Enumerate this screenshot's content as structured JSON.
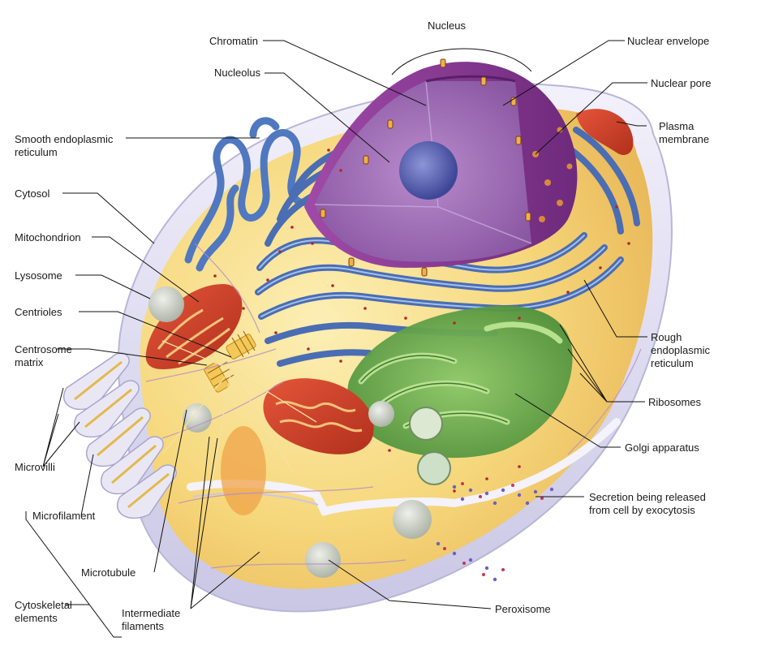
{
  "diagram": {
    "labels": {
      "nucleus": "Nucleus",
      "chromatin": "Chromatin",
      "nuclear_envelope": "Nuclear envelope",
      "nucleolus": "Nucleolus",
      "nuclear_pore": "Nuclear pore",
      "smooth_er_1": "Smooth endoplasmic",
      "smooth_er_2": "reticulum",
      "plasma_membrane_1": "Plasma",
      "plasma_membrane_2": "membrane",
      "cytosol": "Cytosol",
      "mitochondrion": "Mitochondrion",
      "lysosome": "Lysosome",
      "centrioles": "Centrioles",
      "centrosome_1": "Centrosome",
      "centrosome_2": "matrix",
      "rough_er_1": "Rough",
      "rough_er_2": "endoplasmic",
      "rough_er_3": "reticulum",
      "ribosomes": "Ribosomes",
      "golgi": "Golgi apparatus",
      "microvilli": "Microvilli",
      "secretion_1": "Secretion being released",
      "secretion_2": "from cell by exocytosis",
      "microfilament": "Microfilament",
      "microtubule": "Microtubule",
      "cytoskeletal_1": "Cytoskeletal",
      "cytoskeletal_2": "elements",
      "intermediate_1": "Intermediate",
      "intermediate_2": "filaments",
      "peroxisome": "Peroxisome"
    },
    "colors": {
      "cytoplasm": "#f7d77a",
      "membrane": "#e8e6f4",
      "nucleus": "#9a63b0",
      "nuclear_envelope": "#7b3d8c",
      "er": "#4f73b8",
      "golgi": "#6aa84f",
      "mitochondrion": "#d9452b",
      "ribosome": "#b0262a"
    }
  }
}
